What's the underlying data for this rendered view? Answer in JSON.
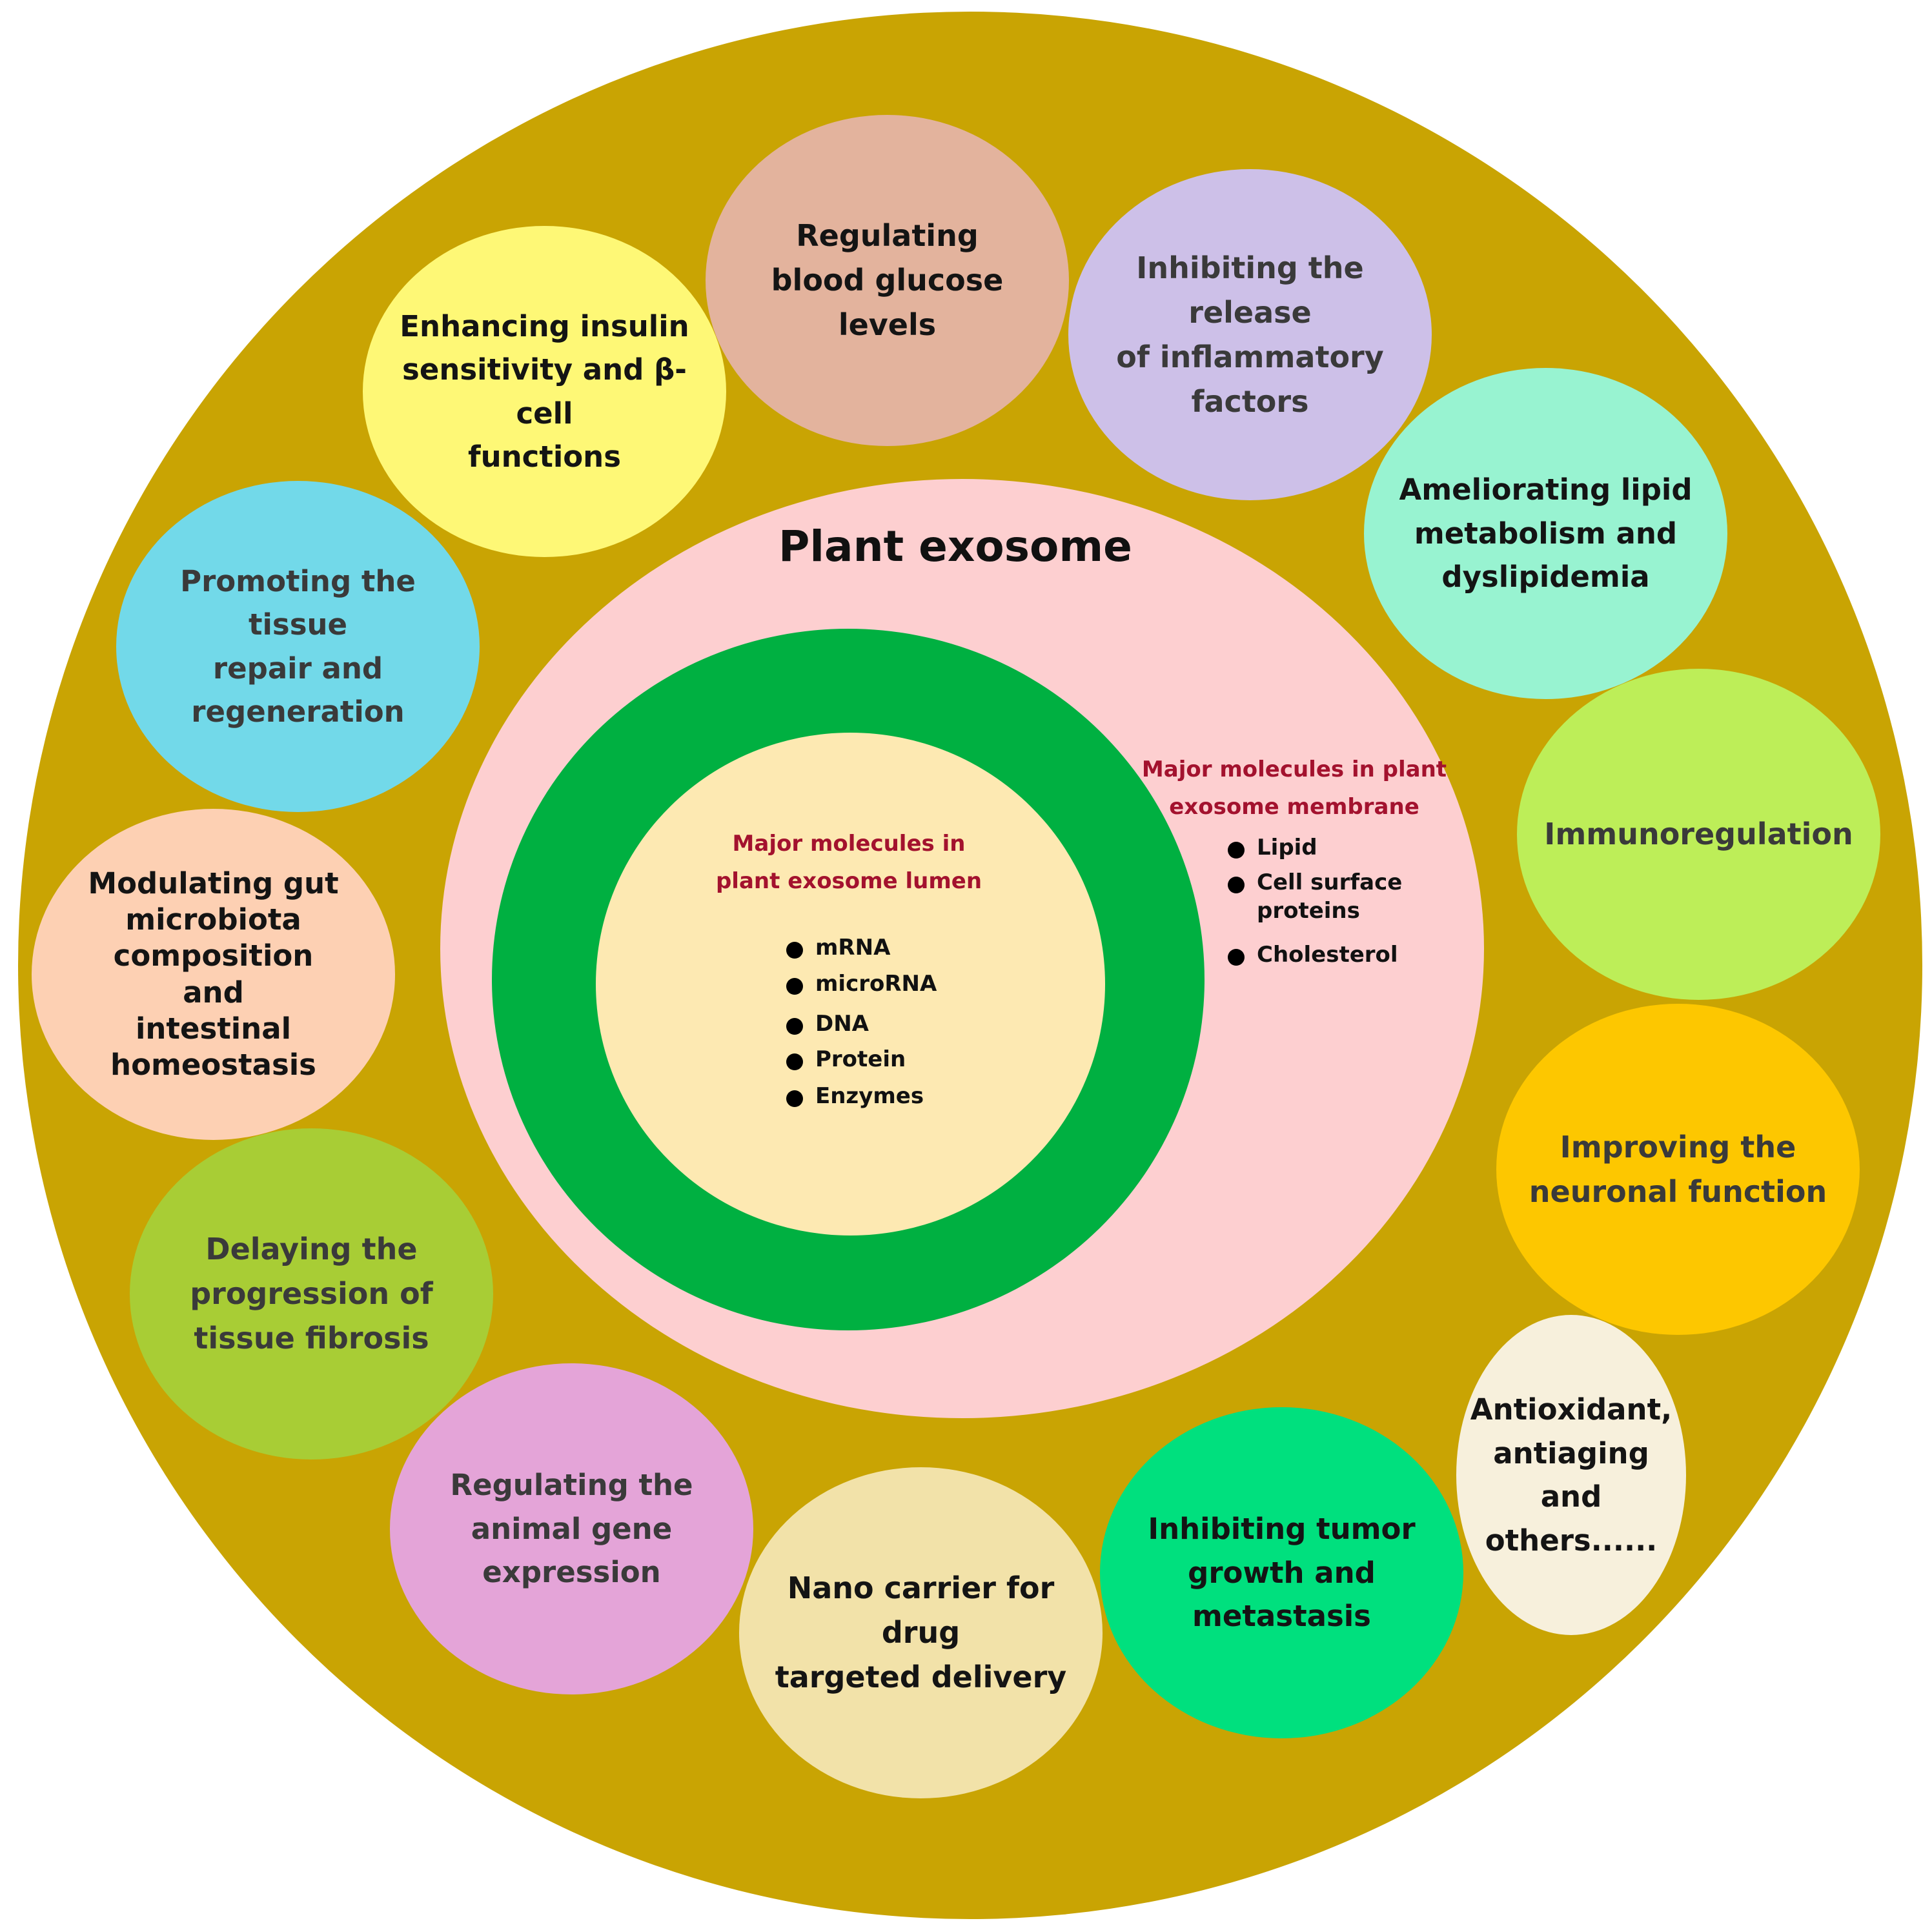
{
  "title": "Plant exosome",
  "lumen": {
    "heading_line1": "Major molecules in",
    "heading_line2": "plant exosome lumen",
    "items": [
      "mRNA",
      "microRNA",
      "DNA",
      "Protein",
      "Enzymes"
    ]
  },
  "membrane": {
    "heading_line1": "Major molecules in plant",
    "heading_line2": "exosome membrane",
    "items": [
      {
        "line1": "Lipid",
        "line2": ""
      },
      {
        "line1": "Cell surface",
        "line2": "proteins"
      },
      {
        "line1": "Cholesterol",
        "line2": ""
      }
    ]
  },
  "functions": [
    {
      "lines": [
        "Regulating",
        "blood glucose levels"
      ],
      "color": "#e3b39d"
    },
    {
      "lines": [
        "Inhibiting the release",
        "of inflammatory factors"
      ],
      "color": "#cdc0e8"
    },
    {
      "lines": [
        "Ameliorating lipid",
        "metabolism and",
        "dyslipidemia"
      ],
      "color": "#98f3d1"
    },
    {
      "lines": [
        "Immunoregulation"
      ],
      "color": "#bdee58"
    },
    {
      "lines": [
        "Improving the",
        "neuronal function"
      ],
      "color": "#fdc700"
    },
    {
      "lines": [
        "Antioxidant,",
        "antiaging and",
        "others......"
      ],
      "color": "#f7f0dc"
    },
    {
      "lines": [
        "Inhibiting tumor",
        "growth and metastasis"
      ],
      "color": "#00e07e"
    },
    {
      "lines": [
        "Nano carrier for drug",
        "targeted delivery"
      ],
      "color": "#f2e2a9"
    },
    {
      "lines": [
        "Regulating the",
        "animal gene expression"
      ],
      "color": "#e4a4d8"
    },
    {
      "lines": [
        "Delaying the",
        "progression of",
        "tissue fibrosis"
      ],
      "color": "#a8cd35"
    },
    {
      "lines": [
        "Modulating gut",
        "microbiota composition",
        "and",
        "intestinal homeostasis"
      ],
      "color": "#fdd0b3"
    },
    {
      "lines": [
        "Promoting the tissue",
        "repair and regeneration"
      ],
      "color": "#72d9e9"
    },
    {
      "lines": [
        "Enhancing insulin",
        "sensitivity and β-cell",
        "functions"
      ],
      "color": "#fef876"
    }
  ]
}
